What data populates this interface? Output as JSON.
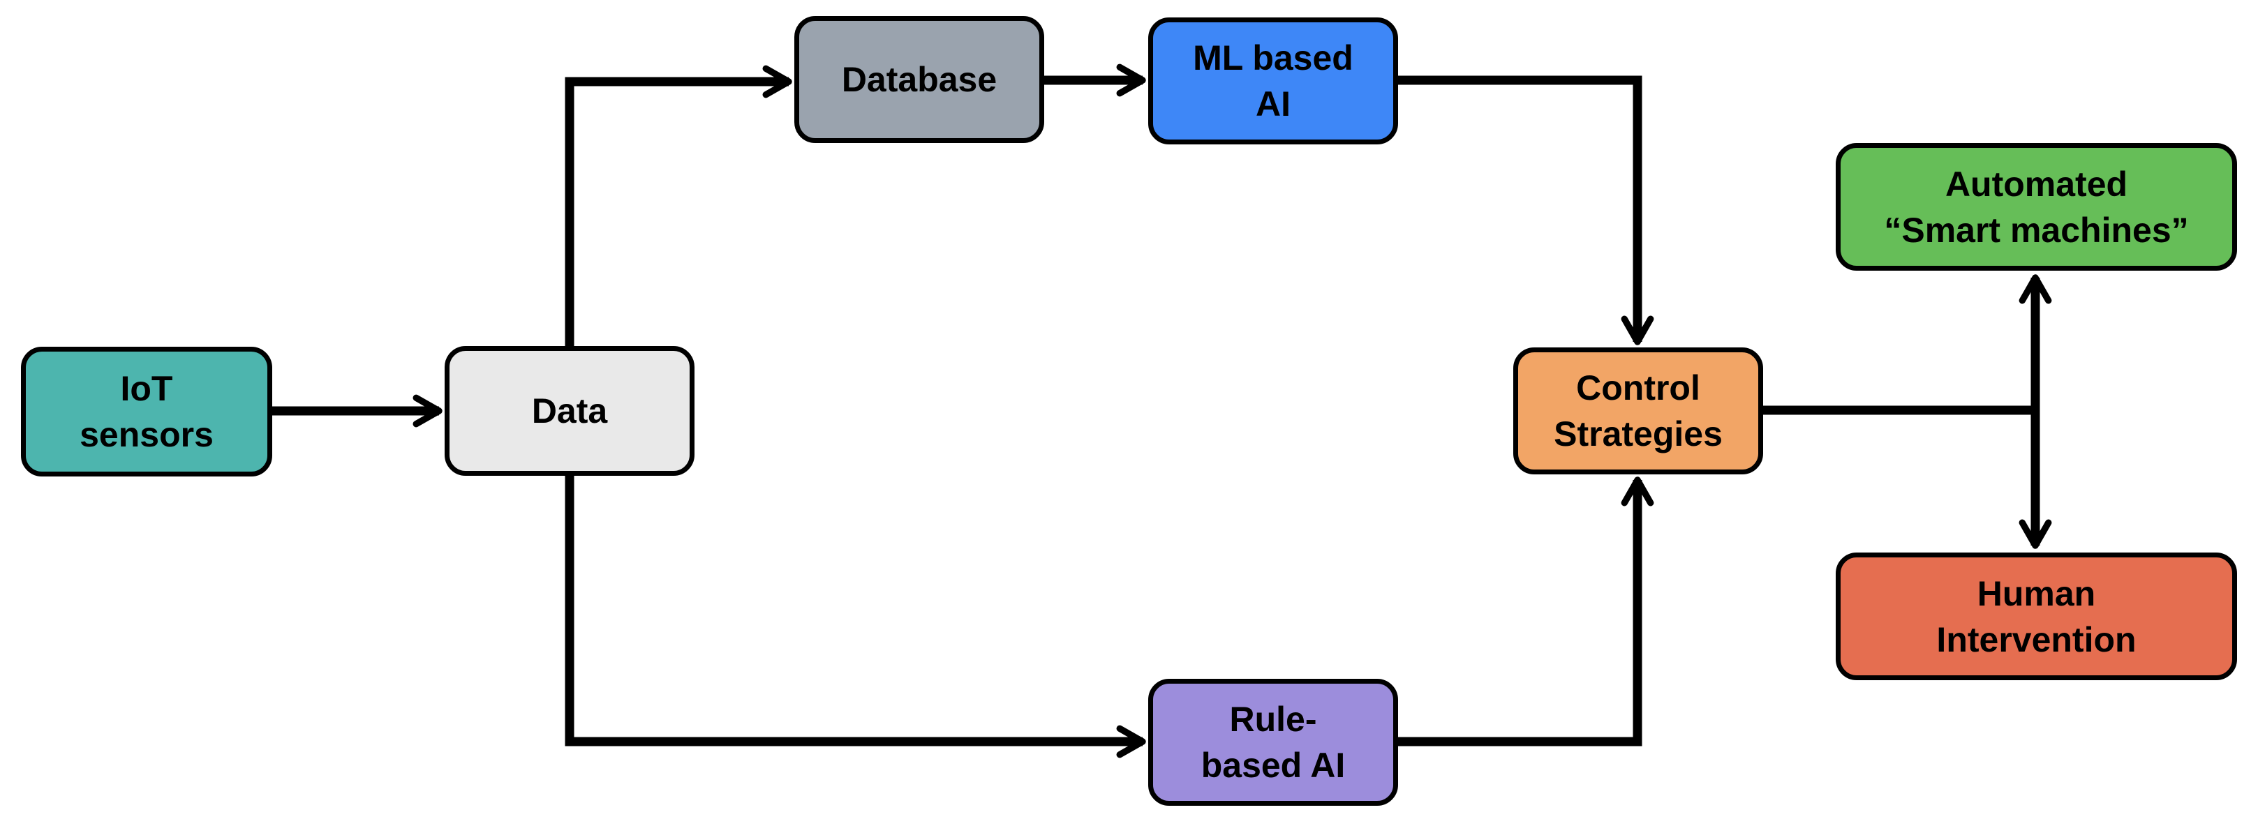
{
  "diagram": {
    "background_color": "#ffffff",
    "stroke_color": "#000000",
    "connector_color": "#000000",
    "nodes": [
      {
        "id": "iot-sensors",
        "label": "IoT\nsensors",
        "fill": "#4db5ae"
      },
      {
        "id": "data",
        "label": "Data",
        "fill": "#e9e9e9"
      },
      {
        "id": "database",
        "label": "Database",
        "fill": "#9aa3ae"
      },
      {
        "id": "ml-based-ai",
        "label": "ML based\nAI",
        "fill": "#3e87f7"
      },
      {
        "id": "rule-based-ai",
        "label": "Rule-\nbased AI",
        "fill": "#9c8ddc"
      },
      {
        "id": "control-strategies",
        "label": "Control\nStrategies",
        "fill": "#f2a566"
      },
      {
        "id": "automated-smart-machines",
        "label": "Automated\n“Smart machines”",
        "fill": "#66be58"
      },
      {
        "id": "human-intervention",
        "label": "Human\nIntervention",
        "fill": "#e56e50"
      }
    ],
    "connections": [
      {
        "from": "iot-sensors",
        "to": "data",
        "arrow": "end"
      },
      {
        "from": "data",
        "to": "database",
        "arrow": "end"
      },
      {
        "from": "database",
        "to": "ml-based-ai",
        "arrow": "end"
      },
      {
        "from": "ml-based-ai",
        "to": "control-strategies",
        "arrow": "end"
      },
      {
        "from": "data",
        "to": "rule-based-ai",
        "arrow": "end"
      },
      {
        "from": "rule-based-ai",
        "to": "control-strategies",
        "arrow": "end"
      },
      {
        "from": "control-strategies",
        "to": "automation-hub",
        "arrow": "none"
      },
      {
        "from": "automated-smart-machines",
        "to": "human-intervention",
        "arrow": "both"
      }
    ]
  }
}
